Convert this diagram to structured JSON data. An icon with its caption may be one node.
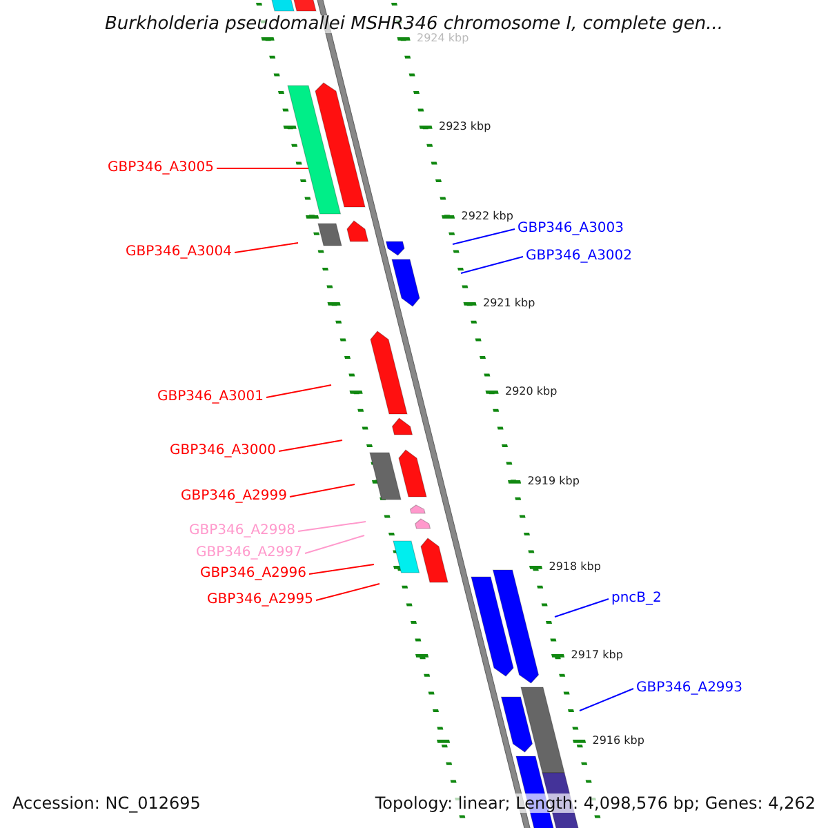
{
  "diagram": {
    "title": "Burkholderia pseudomallei MSHR346 chromosome I, complete gen...",
    "nodes": [
      {
        "text": [
          "GBP346_A3005"
        ]
      },
      {
        "text": [
          "GBP346_A3004"
        ]
      },
      {
        "text": [
          "GBP346_A3003"
        ]
      },
      {
        "text": [
          "GBP346_A3002"
        ]
      },
      {
        "text": [
          "GBP346_A3001"
        ]
      },
      {
        "text": [
          "GBP346_A3000"
        ]
      },
      {
        "text": [
          "GBP346_A2999"
        ]
      },
      {
        "text": [
          "GBP346_A2998"
        ]
      },
      {
        "text": [
          "GBP346_A2997"
        ]
      },
      {
        "text": [
          "GBP346_A2996"
        ]
      },
      {
        "text": [
          "GBP346_A2995"
        ]
      },
      {
        "text": [
          "pncB_2"
        ]
      },
      {
        "text": [
          "GBP346_A2993"
        ]
      },
      {
        "text": [],
        "shape": "bar"
      }
    ],
    "edges": [
      {
        "from": 0,
        "to": 13,
        "arrow": "none"
      },
      {
        "from": 1,
        "to": null,
        "arrow": "none"
      },
      {
        "from": 2,
        "to": null,
        "arrow": "none",
        "color": "#0000ff"
      },
      {
        "from": 3,
        "to": null,
        "arrow": "none",
        "color": "#0000ff"
      },
      {
        "from": 4,
        "to": null,
        "arrow": "none"
      },
      {
        "from": 5,
        "to": null,
        "arrow": "none"
      },
      {
        "from": 6,
        "to": null,
        "arrow": "none"
      },
      {
        "from": 7,
        "to": null,
        "arrow": "none",
        "color": "#ff99cc"
      },
      {
        "from": 8,
        "to": null,
        "arrow": "none",
        "color": "#ff99cc"
      },
      {
        "from": 9,
        "to": null,
        "arrow": "none"
      },
      {
        "from": 10,
        "to": null,
        "arrow": "none"
      },
      {
        "from": 11,
        "to": null,
        "arrow": "none",
        "color": "#0000ff"
      },
      {
        "from": 12,
        "to": null,
        "arrow": "none",
        "color": "#0000ff"
      }
    ],
    "labels": [
      "2924 kbp",
      "2923 kbp",
      "2922 kbp",
      "2921 kbp",
      "2920 kbp",
      "2919 kbp",
      "2918 kbp",
      "2917 kbp",
      "2916 kbp",
      "Accession: NC_012695",
      "Topology: linear; Length: 4,098,576 bp; Genes: 4,262"
    ]
  }
}
